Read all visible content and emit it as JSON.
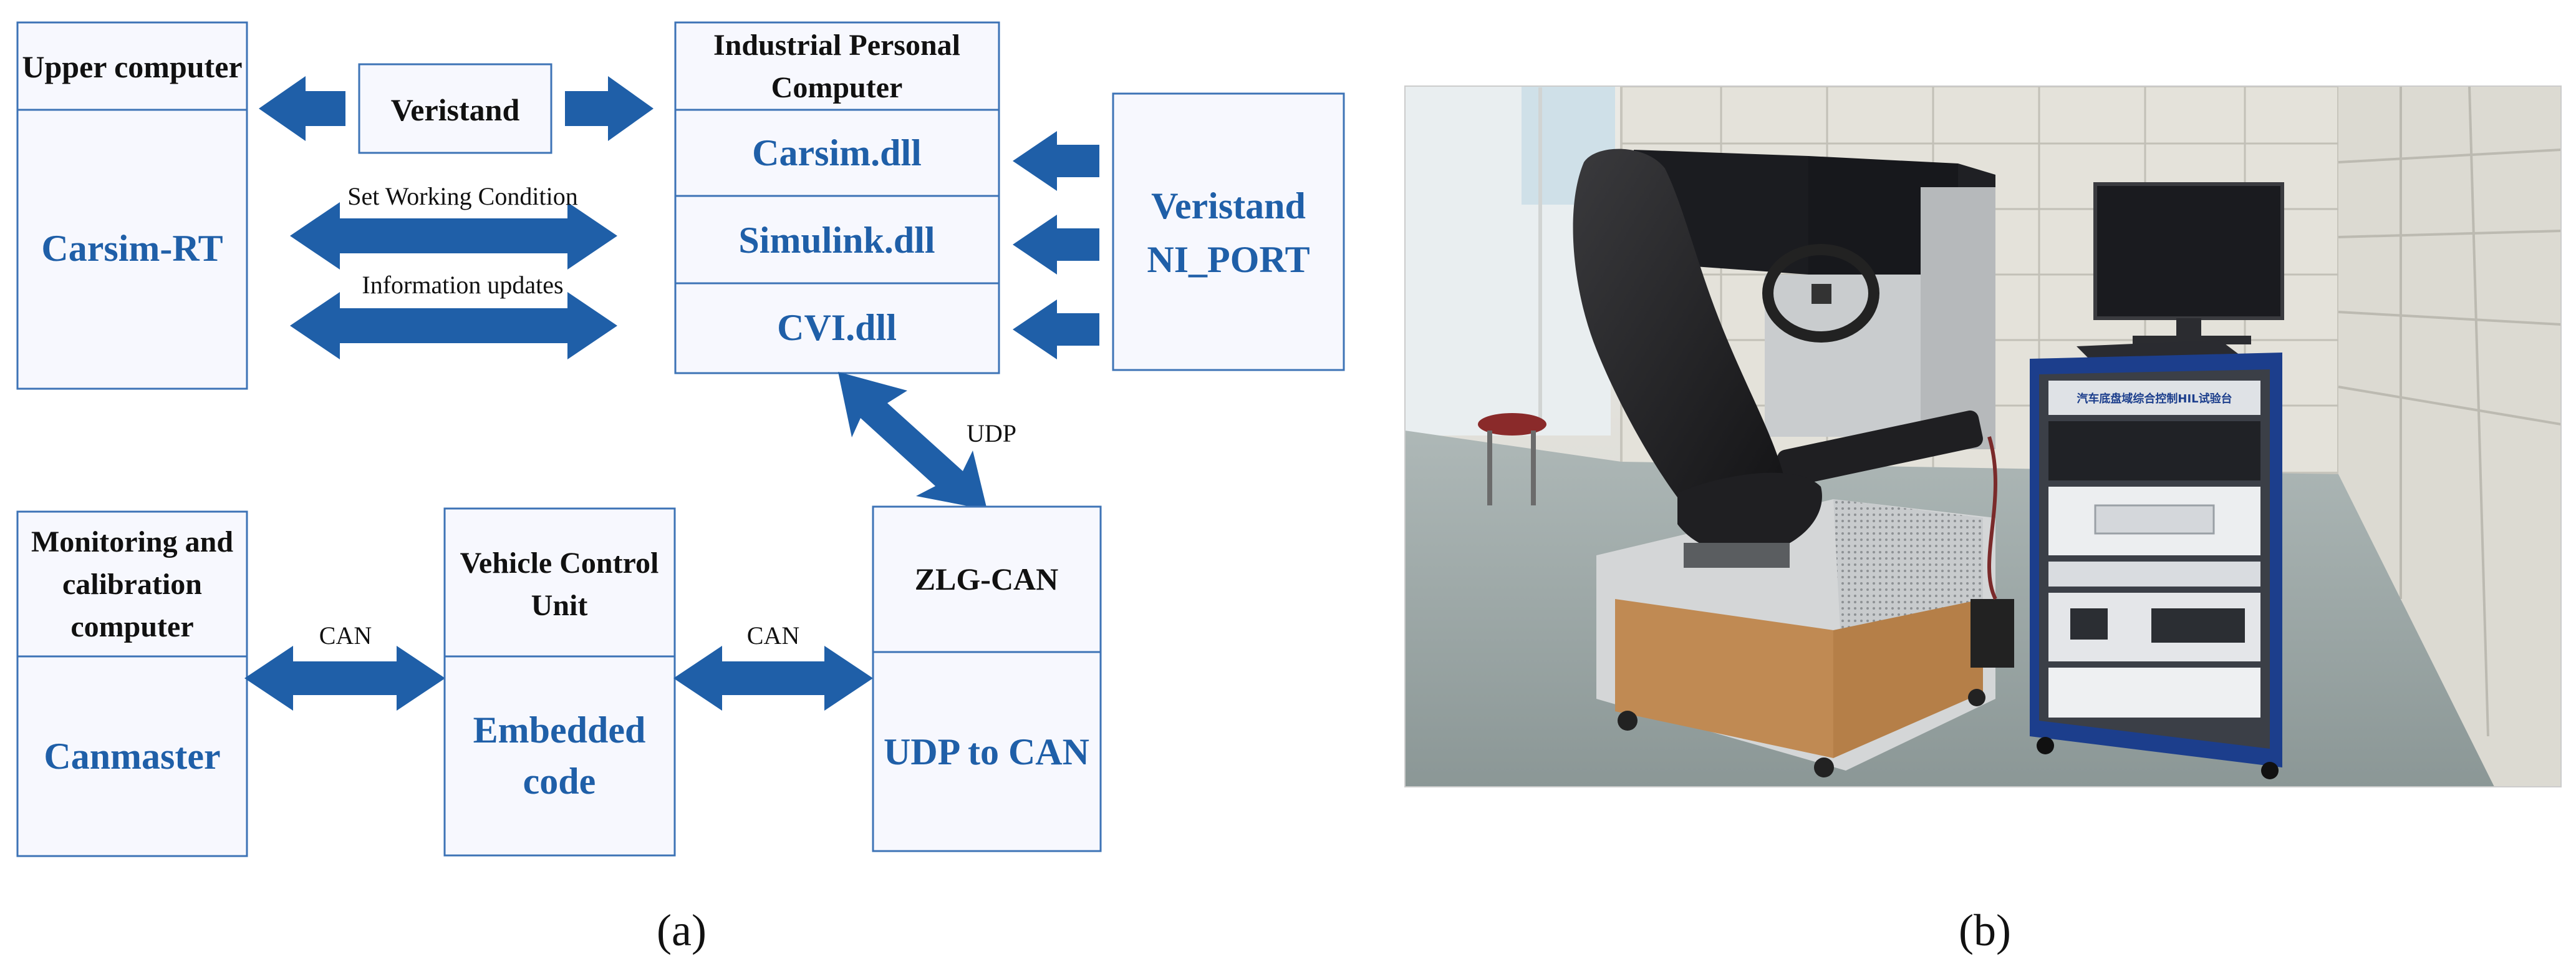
{
  "panel_a": {
    "caption": "(a)",
    "upper_computer": {
      "title": "Upper computer",
      "content": "Carsim-RT"
    },
    "veristand": "Veristand",
    "ipc": {
      "title_line1": "Industrial Personal",
      "title_line2": "Computer",
      "modules": [
        "Carsim.dll",
        "Simulink.dll",
        "CVI.dll"
      ]
    },
    "veristand_ni_port": {
      "line1": "Veristand",
      "line2": "NI_PORT"
    },
    "arrow_labels": {
      "set_working_condition": "Set Working Condition",
      "information_updates": "Information updates",
      "udp": "UDP",
      "can_left": "CAN",
      "can_right": "CAN"
    },
    "monitoring": {
      "title_line1": "Monitoring and",
      "title_line2": "calibration",
      "title_line3": "computer",
      "content": "Canmaster"
    },
    "vcu": {
      "title_line1": "Vehicle Control",
      "title_line2": "Unit",
      "content_line1": "Embedded",
      "content_line2": "code"
    },
    "zlg": {
      "title": "ZLG-CAN",
      "content": "UDP to CAN"
    }
  },
  "panel_b": {
    "caption": "(b)",
    "photo_signage": "汽车底盘域综合控制HIL试验台"
  },
  "colors": {
    "accent_blue": "#1f5fa8",
    "box_border": "#3d73b6",
    "box_fill": "#f7f8fe",
    "cabinet_blue": "#1c3e8c"
  }
}
